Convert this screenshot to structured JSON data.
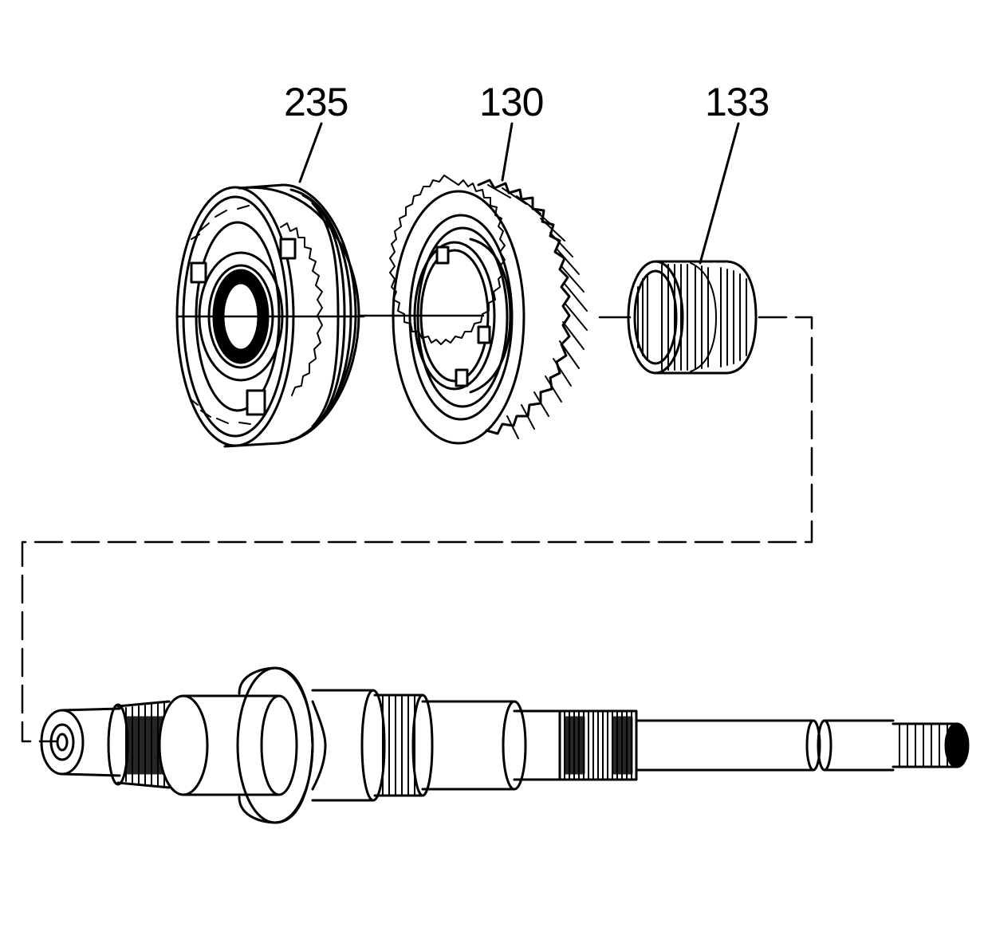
{
  "callouts": [
    {
      "number": "235"
    },
    {
      "number": "130"
    },
    {
      "number": "133"
    }
  ]
}
